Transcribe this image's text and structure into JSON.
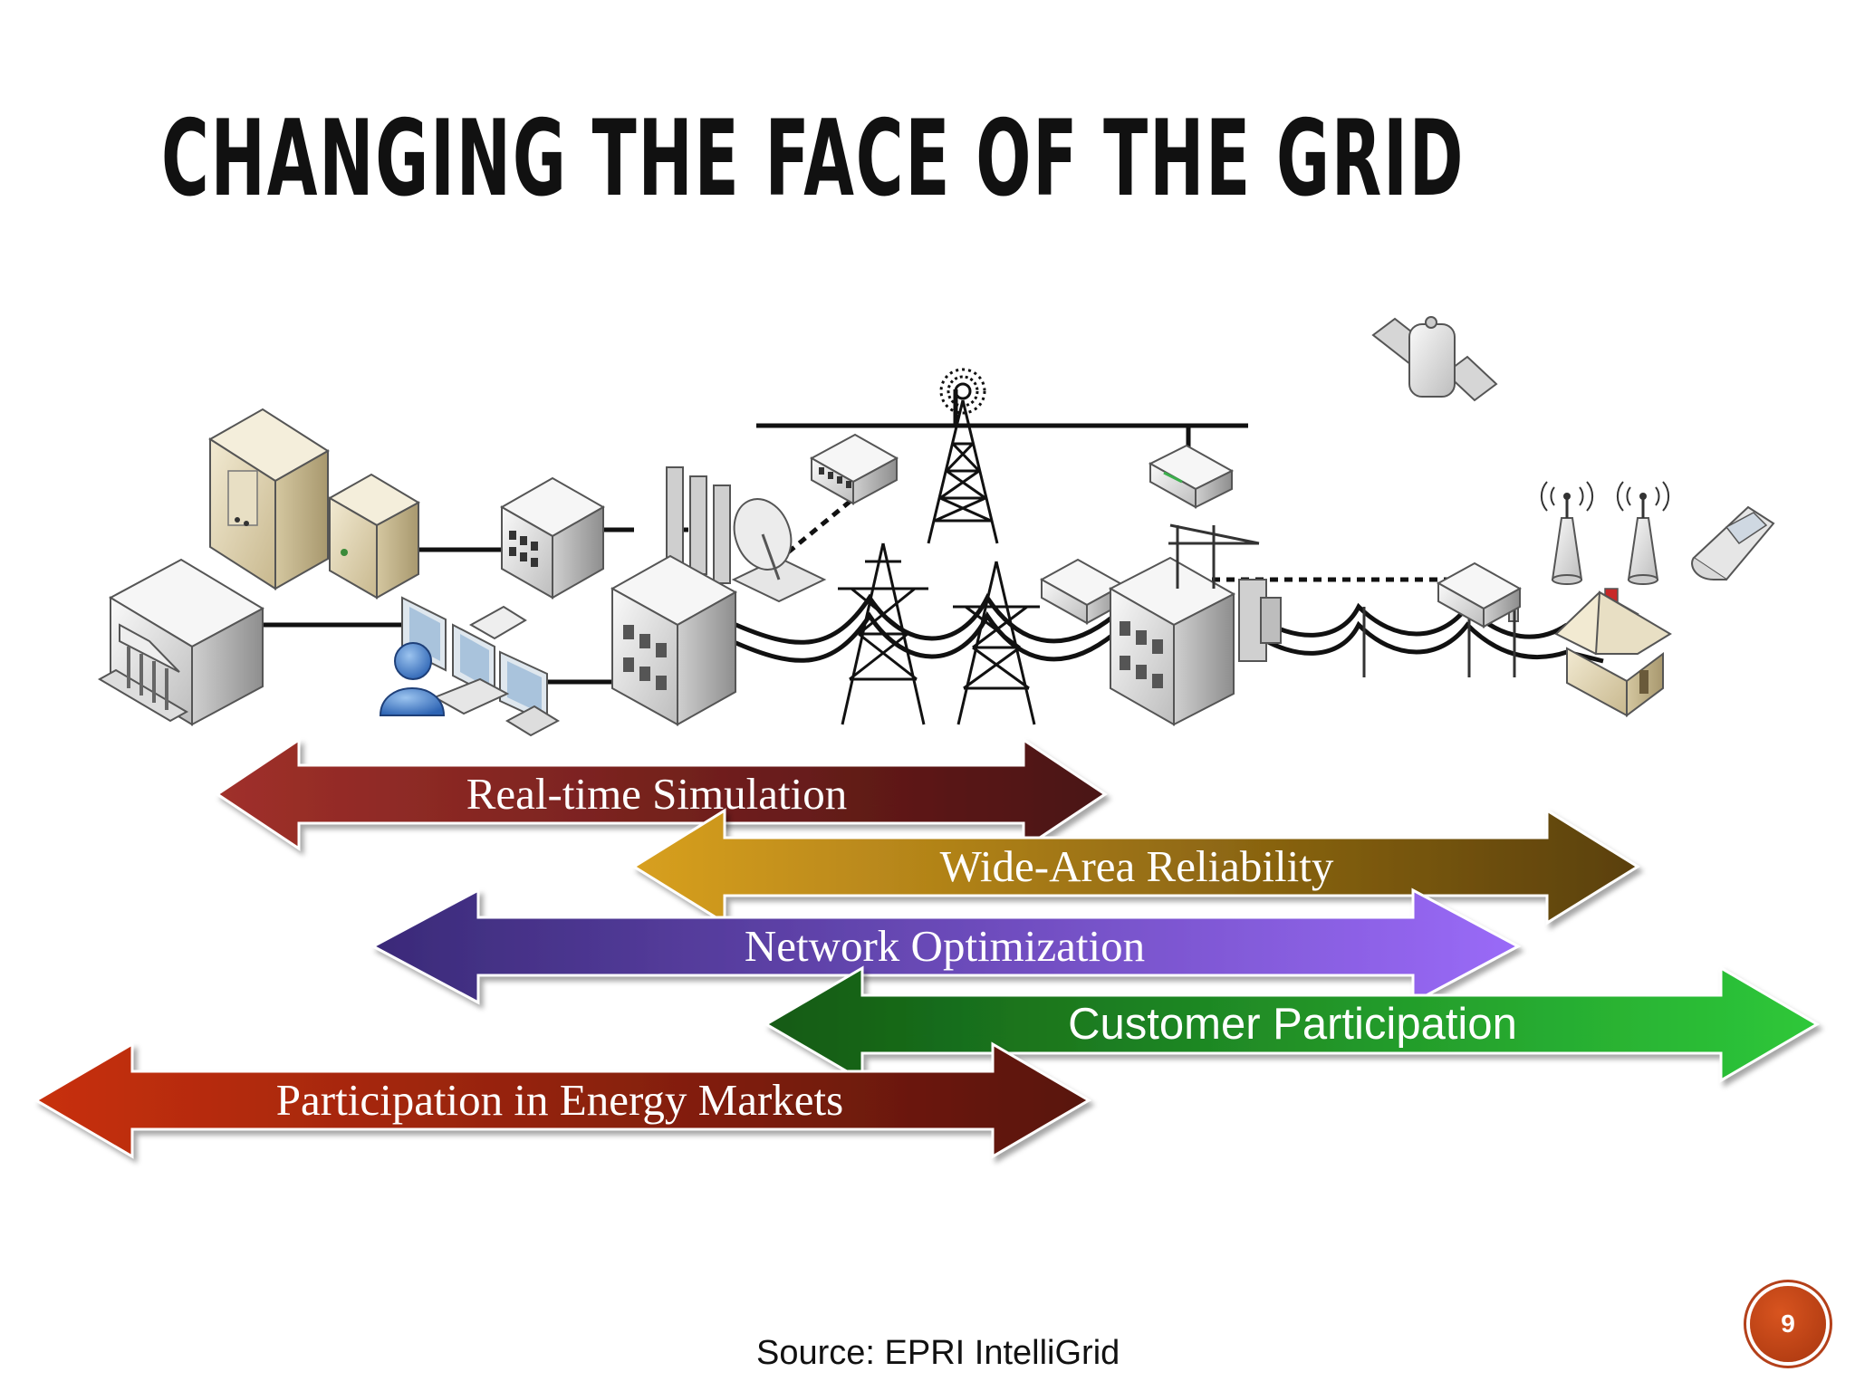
{
  "slide": {
    "title": "CHANGING THE FACE OF THE GRID",
    "source": "Source: EPRI IntelliGrid",
    "page_number": "9"
  },
  "diagram": {
    "icons": [
      "bank-building-icon",
      "server-tower-icon",
      "server-cabinet-icon",
      "operator-user-icon",
      "workstation-monitors-icon",
      "network-hub-icon",
      "power-plant-icon",
      "satellite-dish-icon",
      "network-switch-icon",
      "radio-tower-icon",
      "transmission-tower-icon",
      "modem-icon",
      "router-icon",
      "substation-building-icon",
      "transformer-icon",
      "wireless-antenna-icon",
      "house-icon",
      "mobile-phone-icon",
      "satellite-icon"
    ],
    "arrows": [
      {
        "label": "Real-time Simulation",
        "color_start": "#a0302a",
        "color_end": "#4a1212"
      },
      {
        "label": "Wide-Area Reliability",
        "color_start": "#d8a020",
        "color_end": "#5a4008"
      },
      {
        "label": "Network Optimization",
        "color_start": "#3a2a78",
        "color_end": "#9a6af8"
      },
      {
        "label": "Customer Participation",
        "color_start": "#145a14",
        "color_end": "#2ec83a"
      },
      {
        "label": "Participation in Energy Markets",
        "color_start": "#c83010",
        "color_end": "#581408"
      }
    ]
  },
  "colors": {
    "title": "#111111",
    "badge": "#c0461a"
  }
}
